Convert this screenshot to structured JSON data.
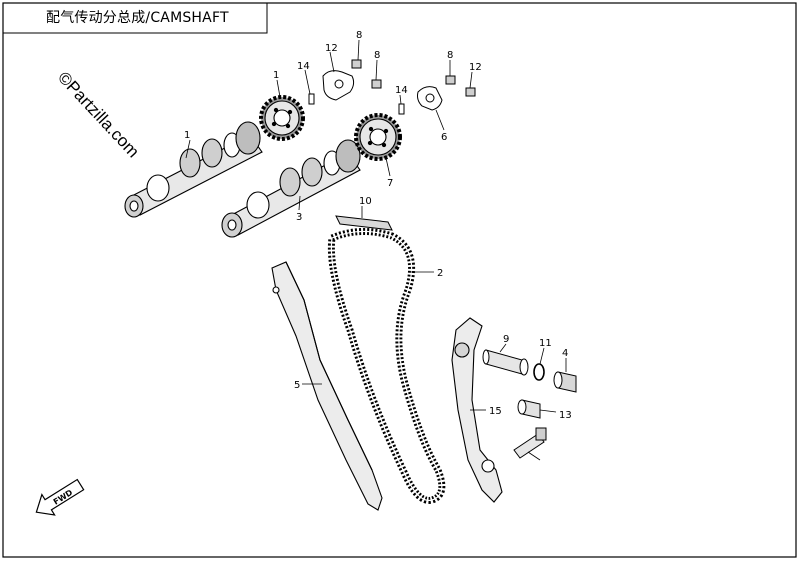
{
  "header": {
    "title": "配气传动分总成/CAMSHAFT"
  },
  "watermark": {
    "text": "©Partzilla.com"
  },
  "fwd_badge": {
    "text": "FWD"
  },
  "callouts": [
    "8",
    "12",
    "14",
    "1",
    "8",
    "14",
    "8",
    "12",
    "6",
    "1",
    "7",
    "3",
    "10",
    "2",
    "9",
    "11",
    "4",
    "5",
    "15",
    "13"
  ],
  "colors": {
    "line": "#000000",
    "background": "#ffffff"
  }
}
